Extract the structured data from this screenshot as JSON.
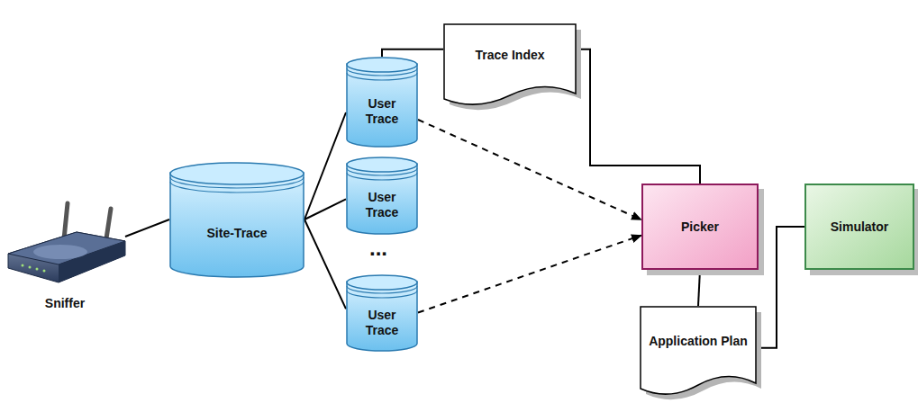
{
  "diagram": {
    "nodes": [
      {
        "text": [
          "Sniffer"
        ]
      },
      {
        "text": [
          "Site-Trace"
        ]
      },
      {
        "text": [
          "User Trace"
        ]
      },
      {
        "text": [
          "User Trace"
        ]
      },
      {
        "text": [
          "User Trace"
        ]
      },
      {
        "text": [
          "Trace Index"
        ]
      },
      {
        "text": [
          "Picker"
        ]
      },
      {
        "text": [
          "Simulator"
        ]
      },
      {
        "text": [
          "Application Plan"
        ]
      }
    ],
    "edges": [
      {
        "from": 0,
        "to": 1,
        "arrow": "none"
      },
      {
        "from": 1,
        "to": 2,
        "arrow": "none"
      },
      {
        "from": 1,
        "to": 3,
        "arrow": "none"
      },
      {
        "from": 1,
        "to": 4,
        "arrow": "none"
      },
      {
        "from": 2,
        "to": 5,
        "arrow": "none"
      },
      {
        "from": 5,
        "to": 6,
        "arrow": "none"
      },
      {
        "from": 2,
        "to": 6,
        "arrow": "to"
      },
      {
        "from": 4,
        "to": 6,
        "arrow": "to"
      },
      {
        "from": 6,
        "to": 8,
        "arrow": "none"
      },
      {
        "from": 8,
        "to": 7,
        "arrow": "none"
      }
    ],
    "labels": [
      "..."
    ]
  }
}
